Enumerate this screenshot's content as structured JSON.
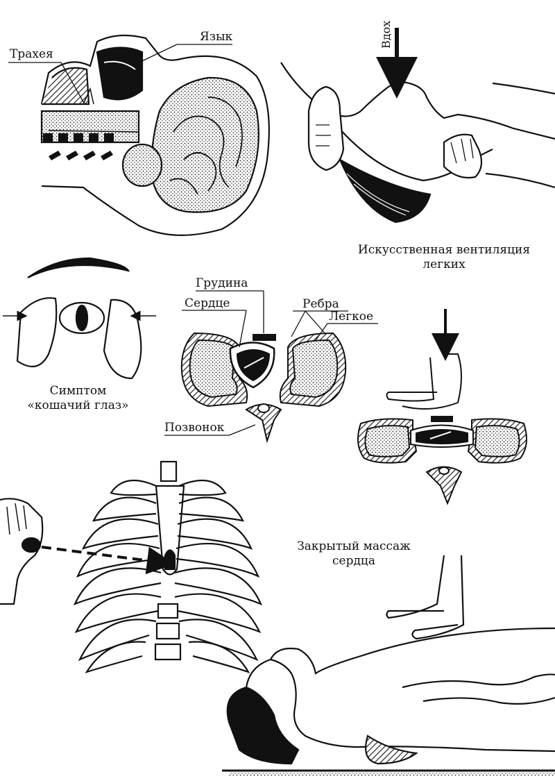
{
  "labels": {
    "trachea": "Трахея",
    "tongue": "Язык",
    "inhale": "Вдох",
    "sternum": "Грудина",
    "heart": "Сердце",
    "ribs": "Ребра",
    "lung": "Легкое",
    "vertebra": "Позвонок"
  },
  "captions": {
    "ventilation_line1": "Искусственная вентиляция",
    "ventilation_line2": "легких",
    "cat_eye_line1": "Симптом",
    "cat_eye_line2": "«кошачий глаз»",
    "massage_line1": "Закрытый массаж",
    "massage_line2": "сердца"
  }
}
